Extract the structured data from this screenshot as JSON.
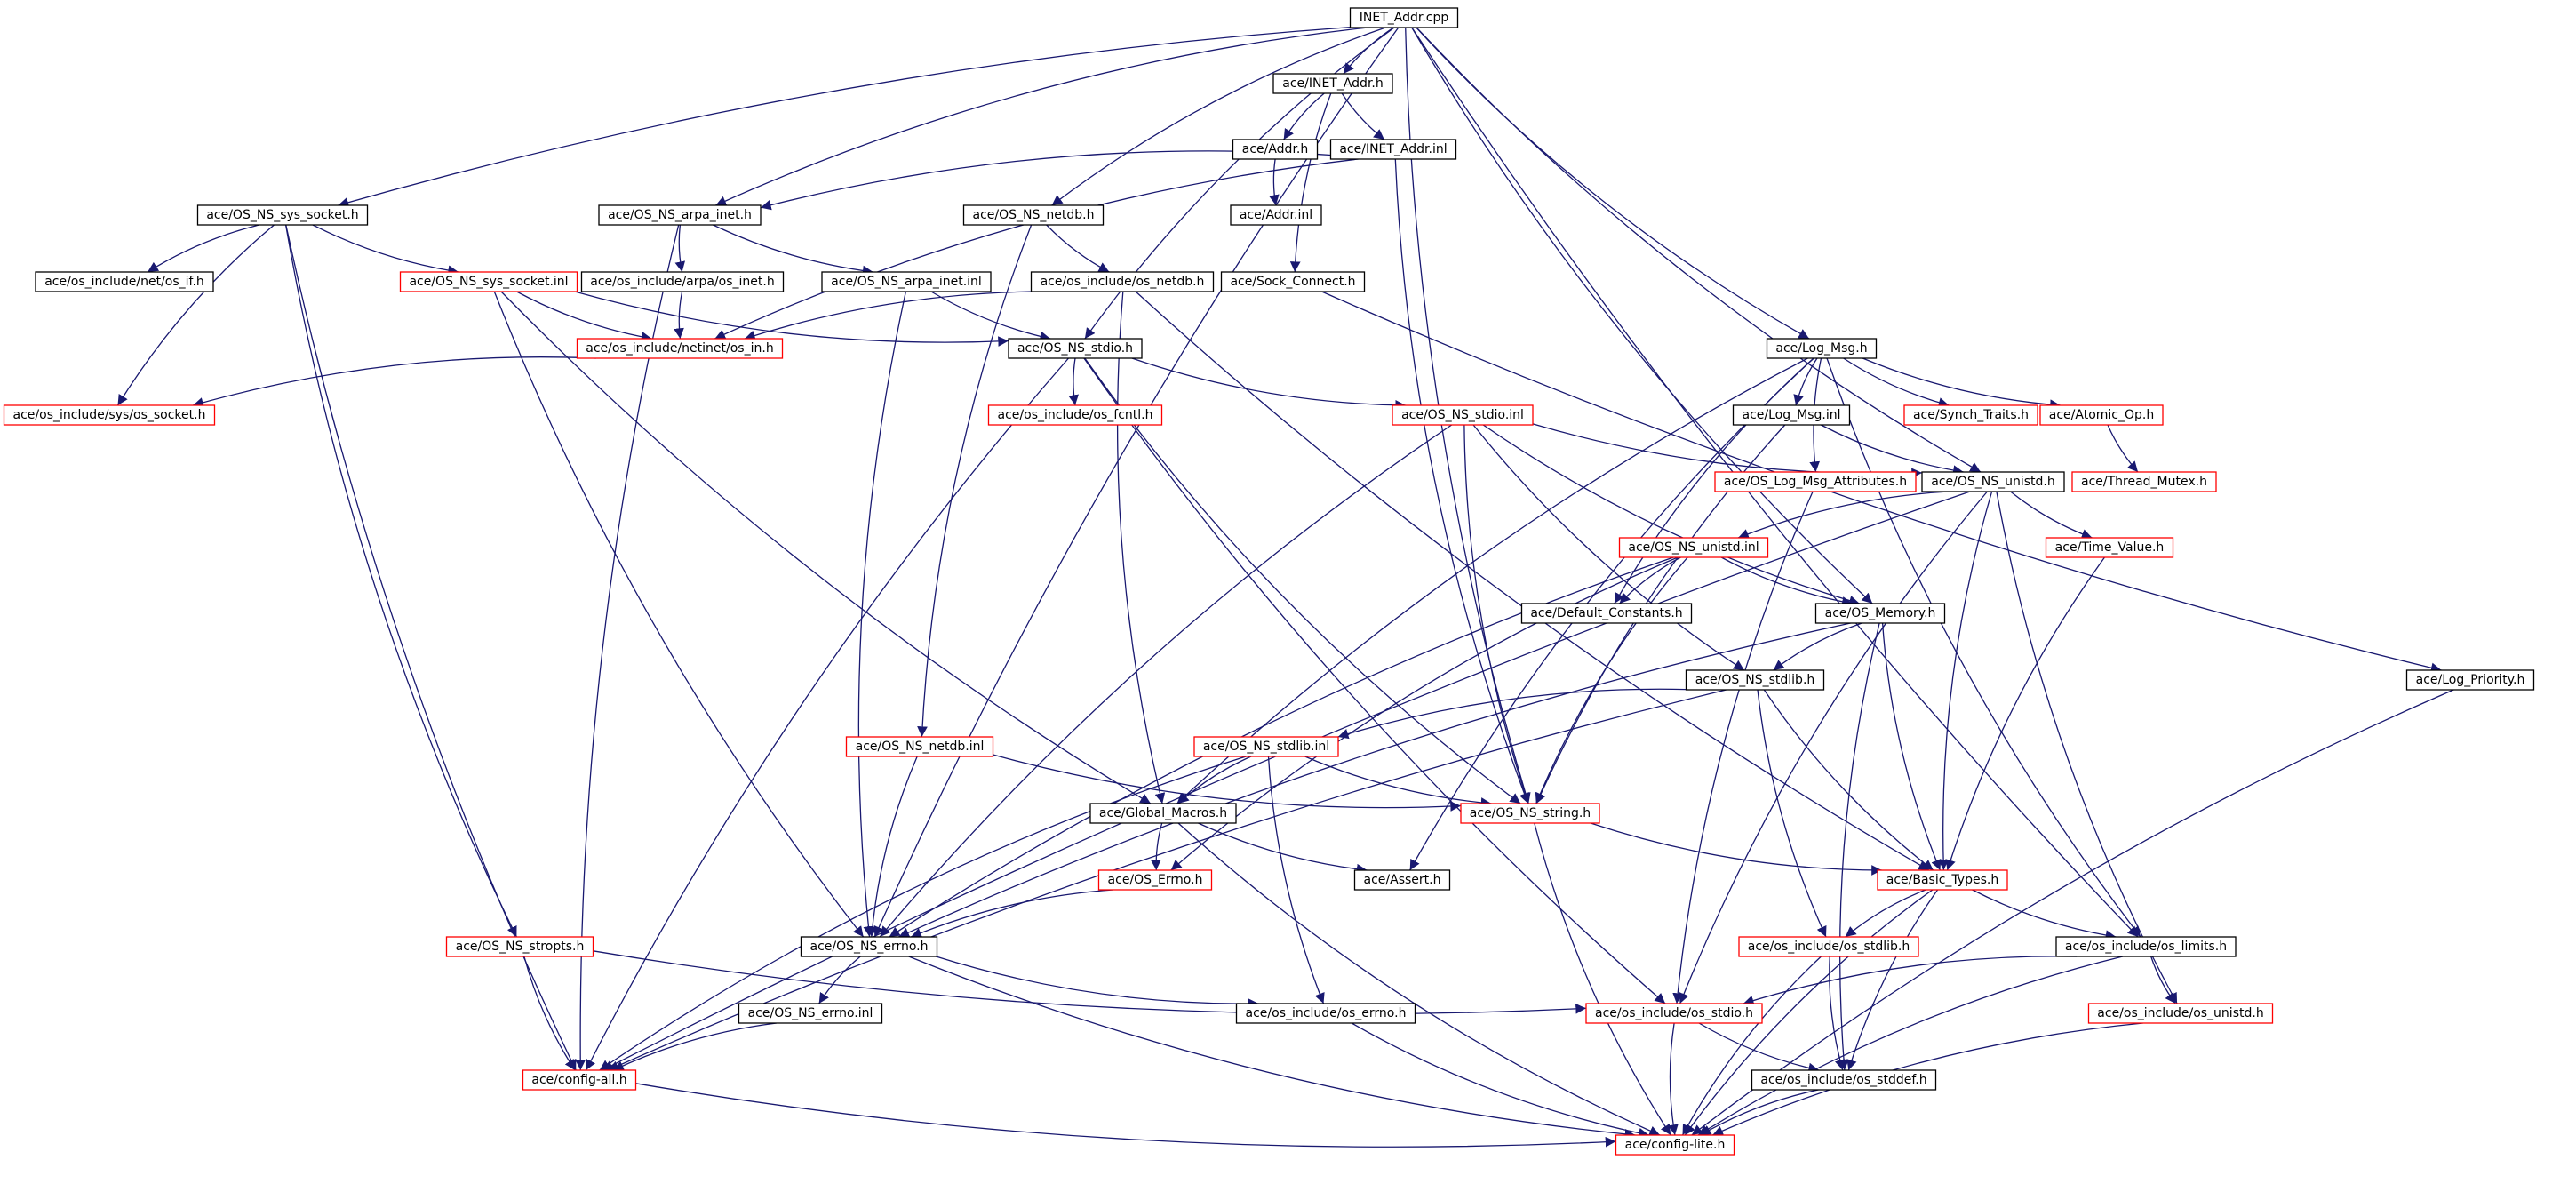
{
  "colors": {
    "edge": "#191970",
    "node_black": "#000000",
    "node_red": "#ff0000",
    "root_fill": "#bfbfbf"
  },
  "nodes": [
    {
      "id": "root",
      "label": "INET_Addr.cpp",
      "style": "root"
    },
    {
      "id": "inet_h",
      "label": "ace/INET_Addr.h",
      "style": "black"
    },
    {
      "id": "addr_h",
      "label": "ace/Addr.h",
      "style": "black"
    },
    {
      "id": "inet_inl",
      "label": "ace/INET_Addr.inl",
      "style": "black"
    },
    {
      "id": "addr_inl",
      "label": "ace/Addr.inl",
      "style": "black"
    },
    {
      "id": "sys_socket_h",
      "label": "ace/OS_NS_sys_socket.h",
      "style": "black"
    },
    {
      "id": "arpa_inet_h",
      "label": "ace/OS_NS_arpa_inet.h",
      "style": "black"
    },
    {
      "id": "netdb_h",
      "label": "ace/OS_NS_netdb.h",
      "style": "black"
    },
    {
      "id": "net_os_if",
      "label": "ace/os_include/net/os_if.h",
      "style": "black"
    },
    {
      "id": "sys_socket_inl",
      "label": "ace/OS_NS_sys_socket.inl",
      "style": "red"
    },
    {
      "id": "os_arpa_inet",
      "label": "ace/os_include/arpa/os_inet.h",
      "style": "black"
    },
    {
      "id": "arpa_inet_inl",
      "label": "ace/OS_NS_arpa_inet.inl",
      "style": "black"
    },
    {
      "id": "os_netdb",
      "label": "ace/os_include/os_netdb.h",
      "style": "black"
    },
    {
      "id": "sock_connect",
      "label": "ace/Sock_Connect.h",
      "style": "black"
    },
    {
      "id": "netinet_in",
      "label": "ace/os_include/netinet/os_in.h",
      "style": "red"
    },
    {
      "id": "stdio_h",
      "label": "ace/OS_NS_stdio.h",
      "style": "black"
    },
    {
      "id": "log_msg_h",
      "label": "ace/Log_Msg.h",
      "style": "black"
    },
    {
      "id": "sys_os_socket",
      "label": "ace/os_include/sys/os_socket.h",
      "style": "red"
    },
    {
      "id": "os_fcntl",
      "label": "ace/os_include/os_fcntl.h",
      "style": "red"
    },
    {
      "id": "stdio_inl",
      "label": "ace/OS_NS_stdio.inl",
      "style": "red"
    },
    {
      "id": "log_msg_inl",
      "label": "ace/Log_Msg.inl",
      "style": "black"
    },
    {
      "id": "synch_traits",
      "label": "ace/Synch_Traits.h",
      "style": "red"
    },
    {
      "id": "atomic_op",
      "label": "ace/Atomic_Op.h",
      "style": "red"
    },
    {
      "id": "log_msg_attr",
      "label": "ace/OS_Log_Msg_Attributes.h",
      "style": "red"
    },
    {
      "id": "unistd_h",
      "label": "ace/OS_NS_unistd.h",
      "style": "black"
    },
    {
      "id": "thread_mutex",
      "label": "ace/Thread_Mutex.h",
      "style": "red"
    },
    {
      "id": "unistd_inl",
      "label": "ace/OS_NS_unistd.inl",
      "style": "red"
    },
    {
      "id": "time_value",
      "label": "ace/Time_Value.h",
      "style": "red"
    },
    {
      "id": "default_const",
      "label": "ace/Default_Constants.h",
      "style": "black"
    },
    {
      "id": "os_memory",
      "label": "ace/OS_Memory.h",
      "style": "black"
    },
    {
      "id": "stdlib_h",
      "label": "ace/OS_NS_stdlib.h",
      "style": "black"
    },
    {
      "id": "log_priority",
      "label": "ace/Log_Priority.h",
      "style": "black"
    },
    {
      "id": "netdb_inl",
      "label": "ace/OS_NS_netdb.inl",
      "style": "red"
    },
    {
      "id": "stdlib_inl",
      "label": "ace/OS_NS_stdlib.inl",
      "style": "red"
    },
    {
      "id": "global_macros",
      "label": "ace/Global_Macros.h",
      "style": "black"
    },
    {
      "id": "string_h",
      "label": "ace/OS_NS_string.h",
      "style": "red"
    },
    {
      "id": "os_errno_ace",
      "label": "ace/OS_Errno.h",
      "style": "red"
    },
    {
      "id": "assert_h",
      "label": "ace/Assert.h",
      "style": "black"
    },
    {
      "id": "basic_types",
      "label": "ace/Basic_Types.h",
      "style": "red"
    },
    {
      "id": "stropts_h",
      "label": "ace/OS_NS_stropts.h",
      "style": "red"
    },
    {
      "id": "errno_h",
      "label": "ace/OS_NS_errno.h",
      "style": "black"
    },
    {
      "id": "os_stdlib",
      "label": "ace/os_include/os_stdlib.h",
      "style": "red"
    },
    {
      "id": "os_limits",
      "label": "ace/os_include/os_limits.h",
      "style": "black"
    },
    {
      "id": "errno_inl",
      "label": "ace/OS_NS_errno.inl",
      "style": "black"
    },
    {
      "id": "os_errno",
      "label": "ace/os_include/os_errno.h",
      "style": "black"
    },
    {
      "id": "os_stdio",
      "label": "ace/os_include/os_stdio.h",
      "style": "red"
    },
    {
      "id": "os_unistd",
      "label": "ace/os_include/os_unistd.h",
      "style": "red"
    },
    {
      "id": "config_all",
      "label": "ace/config-all.h",
      "style": "red"
    },
    {
      "id": "os_stddef",
      "label": "ace/os_include/os_stddef.h",
      "style": "black"
    },
    {
      "id": "config_lite",
      "label": "ace/config-lite.h",
      "style": "red"
    }
  ],
  "edges": [
    [
      "root",
      "inet_h"
    ],
    [
      "root",
      "sys_socket_h"
    ],
    [
      "root",
      "arpa_inet_h"
    ],
    [
      "root",
      "netdb_h"
    ],
    [
      "root",
      "errno_h"
    ],
    [
      "root",
      "stdio_h"
    ],
    [
      "root",
      "log_msg_h"
    ],
    [
      "root",
      "unistd_h"
    ],
    [
      "root",
      "os_memory"
    ],
    [
      "root",
      "os_limits"
    ],
    [
      "root",
      "string_h"
    ],
    [
      "inet_h",
      "addr_h"
    ],
    [
      "inet_h",
      "inet_inl"
    ],
    [
      "inet_h",
      "sock_connect"
    ],
    [
      "addr_h",
      "addr_inl"
    ],
    [
      "inet_inl",
      "arpa_inet_h"
    ],
    [
      "inet_inl",
      "netinet_in"
    ],
    [
      "inet_inl",
      "string_h"
    ],
    [
      "sys_socket_h",
      "net_os_if"
    ],
    [
      "sys_socket_h",
      "sys_os_socket"
    ],
    [
      "sys_socket_h",
      "sys_socket_inl"
    ],
    [
      "sys_socket_h",
      "config_all"
    ],
    [
      "sys_socket_h",
      "stropts_h"
    ],
    [
      "arpa_inet_h",
      "os_arpa_inet"
    ],
    [
      "arpa_inet_h",
      "arpa_inet_inl"
    ],
    [
      "arpa_inet_h",
      "config_all"
    ],
    [
      "netdb_h",
      "os_netdb"
    ],
    [
      "netdb_h",
      "netdb_inl"
    ],
    [
      "sys_socket_inl",
      "netinet_in"
    ],
    [
      "sys_socket_inl",
      "stdio_h"
    ],
    [
      "sys_socket_inl",
      "errno_h"
    ],
    [
      "sys_socket_inl",
      "global_macros"
    ],
    [
      "os_arpa_inet",
      "netinet_in"
    ],
    [
      "arpa_inet_inl",
      "stdio_h"
    ],
    [
      "arpa_inet_inl",
      "errno_h"
    ],
    [
      "os_netdb",
      "netinet_in"
    ],
    [
      "os_netdb",
      "basic_types"
    ],
    [
      "os_netdb",
      "global_macros"
    ],
    [
      "sock_connect",
      "log_priority"
    ],
    [
      "netinet_in",
      "sys_os_socket"
    ],
    [
      "stdio_h",
      "os_fcntl"
    ],
    [
      "stdio_h",
      "stdio_inl"
    ],
    [
      "stdio_h",
      "string_h"
    ],
    [
      "stdio_h",
      "os_stdio"
    ],
    [
      "stdio_h",
      "config_all"
    ],
    [
      "log_msg_h",
      "log_msg_inl"
    ],
    [
      "log_msg_h",
      "synch_traits"
    ],
    [
      "log_msg_h",
      "atomic_op"
    ],
    [
      "log_msg_h",
      "log_msg_attr"
    ],
    [
      "log_msg_h",
      "default_const"
    ],
    [
      "log_msg_h",
      "global_macros"
    ],
    [
      "log_msg_h",
      "assert_h"
    ],
    [
      "log_msg_h",
      "os_limits"
    ],
    [
      "stdio_inl",
      "unistd_h"
    ],
    [
      "stdio_inl",
      "string_h"
    ],
    [
      "stdio_inl",
      "stdlib_h"
    ],
    [
      "stdio_inl",
      "os_memory"
    ],
    [
      "stdio_inl",
      "errno_h"
    ],
    [
      "log_msg_inl",
      "unistd_h"
    ],
    [
      "log_msg_inl",
      "string_h"
    ],
    [
      "atomic_op",
      "thread_mutex"
    ],
    [
      "log_msg_attr",
      "os_stdio"
    ],
    [
      "unistd_h",
      "unistd_inl"
    ],
    [
      "unistd_h",
      "time_value"
    ],
    [
      "unistd_h",
      "basic_types"
    ],
    [
      "unistd_h",
      "os_unistd"
    ],
    [
      "unistd_h",
      "config_all"
    ],
    [
      "unistd_h",
      "os_stdio"
    ],
    [
      "unistd_inl",
      "default_const"
    ],
    [
      "unistd_inl",
      "os_memory"
    ],
    [
      "unistd_inl",
      "string_h"
    ],
    [
      "unistd_inl",
      "errno_h"
    ],
    [
      "unistd_inl",
      "os_errno_ace"
    ],
    [
      "time_value",
      "basic_types"
    ],
    [
      "os_memory",
      "stdlib_h"
    ],
    [
      "os_memory",
      "basic_types"
    ],
    [
      "os_memory",
      "os_stddef"
    ],
    [
      "os_memory",
      "errno_h"
    ],
    [
      "stdlib_h",
      "stdlib_inl"
    ],
    [
      "stdlib_h",
      "basic_types"
    ],
    [
      "stdlib_h",
      "os_stdlib"
    ],
    [
      "stdlib_h",
      "config_all"
    ],
    [
      "log_priority",
      "config_lite"
    ],
    [
      "netdb_inl",
      "string_h"
    ],
    [
      "netdb_inl",
      "errno_h"
    ],
    [
      "stdlib_inl",
      "global_macros"
    ],
    [
      "stdlib_inl",
      "string_h"
    ],
    [
      "stdlib_inl",
      "os_errno"
    ],
    [
      "stdlib_inl",
      "config_all"
    ],
    [
      "global_macros",
      "os_errno_ace"
    ],
    [
      "global_macros",
      "assert_h"
    ],
    [
      "global_macros",
      "config_lite"
    ],
    [
      "string_h",
      "basic_types"
    ],
    [
      "string_h",
      "config_lite"
    ],
    [
      "os_errno_ace",
      "errno_h"
    ],
    [
      "basic_types",
      "os_stdlib"
    ],
    [
      "basic_types",
      "os_limits"
    ],
    [
      "basic_types",
      "os_stddef"
    ],
    [
      "basic_types",
      "config_lite"
    ],
    [
      "stropts_h",
      "config_all"
    ],
    [
      "stropts_h",
      "os_stdio"
    ],
    [
      "errno_h",
      "errno_inl"
    ],
    [
      "errno_h",
      "os_errno"
    ],
    [
      "errno_h",
      "config_lite"
    ],
    [
      "os_stdlib",
      "os_stddef"
    ],
    [
      "os_stdlib",
      "config_lite"
    ],
    [
      "os_limits",
      "os_stdio"
    ],
    [
      "os_limits",
      "os_unistd"
    ],
    [
      "os_limits",
      "config_lite"
    ],
    [
      "errno_inl",
      "config_all"
    ],
    [
      "os_errno",
      "config_lite"
    ],
    [
      "os_stdio",
      "os_stddef"
    ],
    [
      "os_stdio",
      "config_lite"
    ],
    [
      "os_unistd",
      "config_lite"
    ],
    [
      "config_all",
      "config_lite"
    ],
    [
      "os_stddef",
      "config_lite"
    ]
  ]
}
